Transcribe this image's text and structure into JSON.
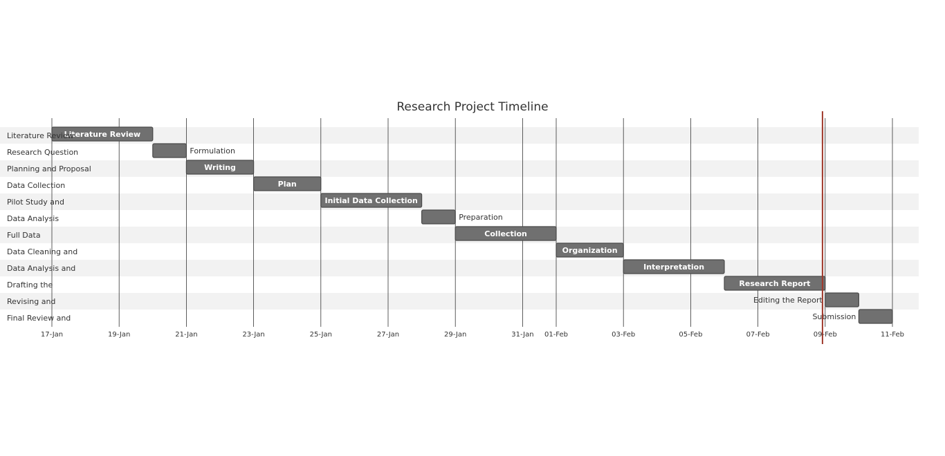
{
  "chart_data": {
    "type": "gantt",
    "title": "Research Project Timeline",
    "x_ticks": [
      "17-Jan",
      "19-Jan",
      "21-Jan",
      "23-Jan",
      "25-Jan",
      "27-Jan",
      "29-Jan",
      "31-Jan",
      "01-Feb",
      "03-Feb",
      "05-Feb",
      "07-Feb",
      "09-Feb",
      "11-Feb"
    ],
    "today_marker": "2024-02-08",
    "colors": {
      "bar_fill": "#707070",
      "bar_stroke": "#4a4a4a",
      "row_band": "#f2f2f2",
      "today_line": "#a0392b",
      "grid_line": "#333333"
    },
    "tasks": [
      {
        "row_label": "Literature Review",
        "bar_label": "Literature Review",
        "start": "2024-01-17",
        "end": "2024-01-20",
        "label_position": "inside"
      },
      {
        "row_label": "Research Question",
        "bar_label": "Formulation",
        "start": "2024-01-20",
        "end": "2024-01-21",
        "label_position": "right"
      },
      {
        "row_label": "Planning and Proposal",
        "bar_label": "Writing",
        "start": "2024-01-21",
        "end": "2024-01-23",
        "label_position": "inside"
      },
      {
        "row_label": "Data Collection",
        "bar_label": "Plan",
        "start": "2024-01-23",
        "end": "2024-01-25",
        "label_position": "inside"
      },
      {
        "row_label": "Pilot Study and",
        "bar_label": "Initial Data Collection",
        "start": "2024-01-25",
        "end": "2024-01-28",
        "label_position": "inside"
      },
      {
        "row_label": "Data Analysis",
        "bar_label": "Preparation",
        "start": "2024-01-28",
        "end": "2024-01-29",
        "label_position": "right"
      },
      {
        "row_label": "Full Data",
        "bar_label": "Collection",
        "start": "2024-01-29",
        "end": "2024-02-01",
        "label_position": "inside"
      },
      {
        "row_label": "Data Cleaning and",
        "bar_label": "Organization",
        "start": "2024-02-01",
        "end": "2024-02-03",
        "label_position": "inside"
      },
      {
        "row_label": "Data Analysis and",
        "bar_label": "Interpretation",
        "start": "2024-02-03",
        "end": "2024-02-06",
        "label_position": "inside"
      },
      {
        "row_label": "Drafting the",
        "bar_label": "Research Report",
        "start": "2024-02-06",
        "end": "2024-02-09",
        "label_position": "inside"
      },
      {
        "row_label": "Revising and",
        "bar_label": "Editing the Report",
        "start": "2024-02-09",
        "end": "2024-02-10",
        "label_position": "left"
      },
      {
        "row_label": "Final Review and",
        "bar_label": "Submission",
        "start": "2024-02-10",
        "end": "2024-02-11",
        "label_position": "left"
      }
    ]
  }
}
